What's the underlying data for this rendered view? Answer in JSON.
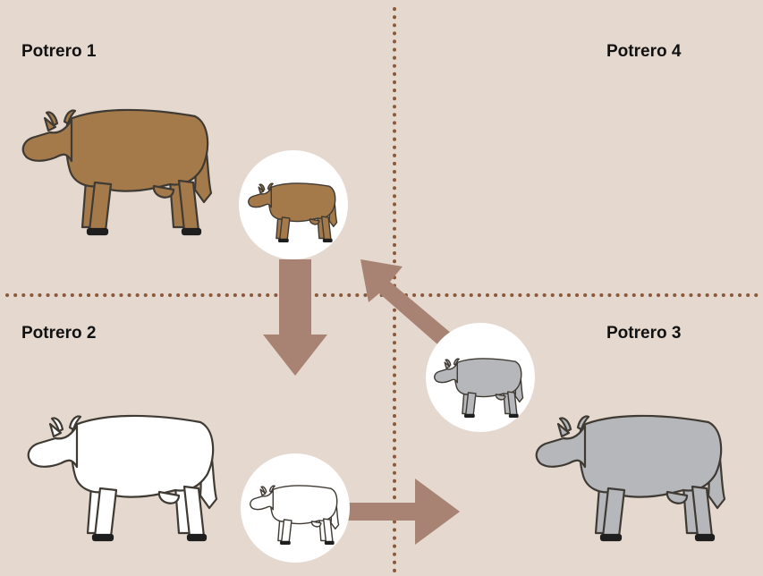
{
  "paddocks": [
    {
      "id": "p1",
      "label": "Potrero 1"
    },
    {
      "id": "p2",
      "label": "Potrero 2"
    },
    {
      "id": "p3",
      "label": "Potrero 3"
    },
    {
      "id": "p4",
      "label": "Potrero 4"
    }
  ],
  "colors": {
    "background": "#e5d8cf",
    "divider_dots": "#8b5a3c",
    "arrow": "#a88272",
    "circle": "#ffffff",
    "cow_brown": "#a47a4b",
    "cow_white": "#ffffff",
    "cow_gray": "#b5b7bb",
    "outline": "#3f3a33",
    "hoof": "#1e1e1e"
  },
  "icons": [
    "cow-icon",
    "arrow-icon"
  ]
}
